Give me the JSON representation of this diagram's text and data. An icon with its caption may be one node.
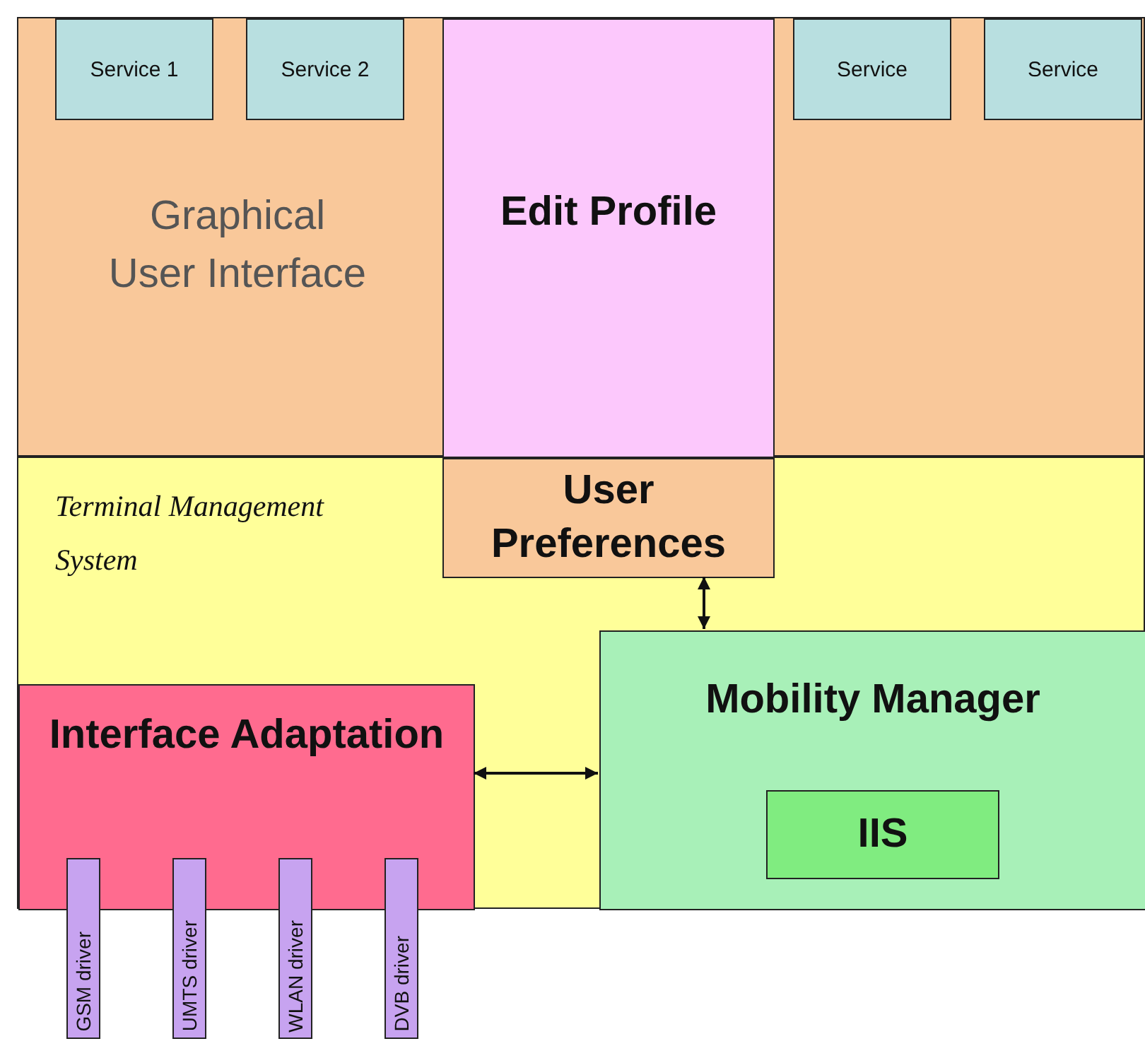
{
  "diagram": {
    "nodes": [
      {
        "text": [
          "Graphical User Interface"
        ]
      },
      {
        "text": [
          "Service 1"
        ],
        "in": 0
      },
      {
        "text": [
          "Service 2"
        ],
        "in": 0
      },
      {
        "text": [
          "Edit Profile"
        ],
        "in": 0
      },
      {
        "text": [
          "Service"
        ],
        "in": 0
      },
      {
        "text": [
          "Service"
        ],
        "in": 0
      },
      {
        "text": [
          "Terminal Management System"
        ]
      },
      {
        "text": [
          "User Preferences"
        ],
        "in": 6
      },
      {
        "text": [
          "Interface Adaptation"
        ],
        "in": 6
      },
      {
        "text": [
          "Mobility Manager"
        ],
        "in": 6
      },
      {
        "text": [
          "IIS"
        ],
        "in": 9
      },
      {
        "text": [
          "GSM driver"
        ]
      },
      {
        "text": [
          "UMTS driver"
        ]
      },
      {
        "text": [
          "WLAN driver"
        ]
      },
      {
        "text": [
          "DVB driver"
        ]
      }
    ],
    "edges": [
      {
        "from": 7,
        "to": 9,
        "arrow": "both"
      },
      {
        "from": 8,
        "to": 9,
        "arrow": "both"
      }
    ]
  }
}
